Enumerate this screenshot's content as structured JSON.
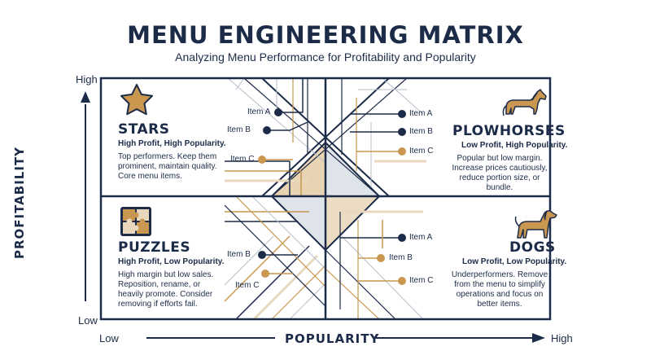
{
  "title": "MENU ENGINEERING MATRIX",
  "subtitle": "Analyzing Menu Performance for Profitability and Popularity",
  "axes": {
    "y_title": "PROFITABILITY",
    "y_high": "High",
    "y_low": "Low",
    "x_title": "POPULARITY",
    "x_low": "Low",
    "x_high": "High"
  },
  "colors": {
    "navy": "#1c2b48",
    "gold": "#c9974f",
    "tan": "#e9d8bd",
    "gray": "#b7bec9"
  },
  "quadrants": {
    "stars": {
      "icon": "star-icon",
      "title": "STARS",
      "headline": "High Profit, High Popularity.",
      "description": [
        "Top performers. Keep them",
        "prominent, maintain quality.",
        "Core menu items."
      ]
    },
    "plowhorses": {
      "icon": "horse-icon",
      "title": "PLOWHORSES",
      "headline": "Low Profit, High Popularity.",
      "description": [
        "Popular but low margin.",
        "Increase prices cautiously,",
        "reduce portion size, or bundle."
      ]
    },
    "puzzles": {
      "icon": "puzzle-icon",
      "title": "PUZZLES",
      "headline": "High Profit, Low Popularity.",
      "description": [
        "High margin but low sales.",
        "Reposition, rename, or",
        "heavily promote. Consider",
        "removing if efforts fail."
      ]
    },
    "dogs": {
      "icon": "dog-icon",
      "title": "DOGS",
      "headline": "Low Profit, Low Popularity.",
      "description": [
        "Underperformers. Remove",
        "from the menu to simplify",
        "operations and focus on",
        "better items."
      ]
    }
  },
  "items": {
    "stars": [
      "Item A",
      "Item B",
      "Item C"
    ],
    "plowhorses": [
      "Item A",
      "Item B",
      "Item C"
    ],
    "puzzles": [
      "Item B",
      "Item C"
    ],
    "dogs": [
      "Item A",
      "Item B",
      "Item C"
    ]
  }
}
